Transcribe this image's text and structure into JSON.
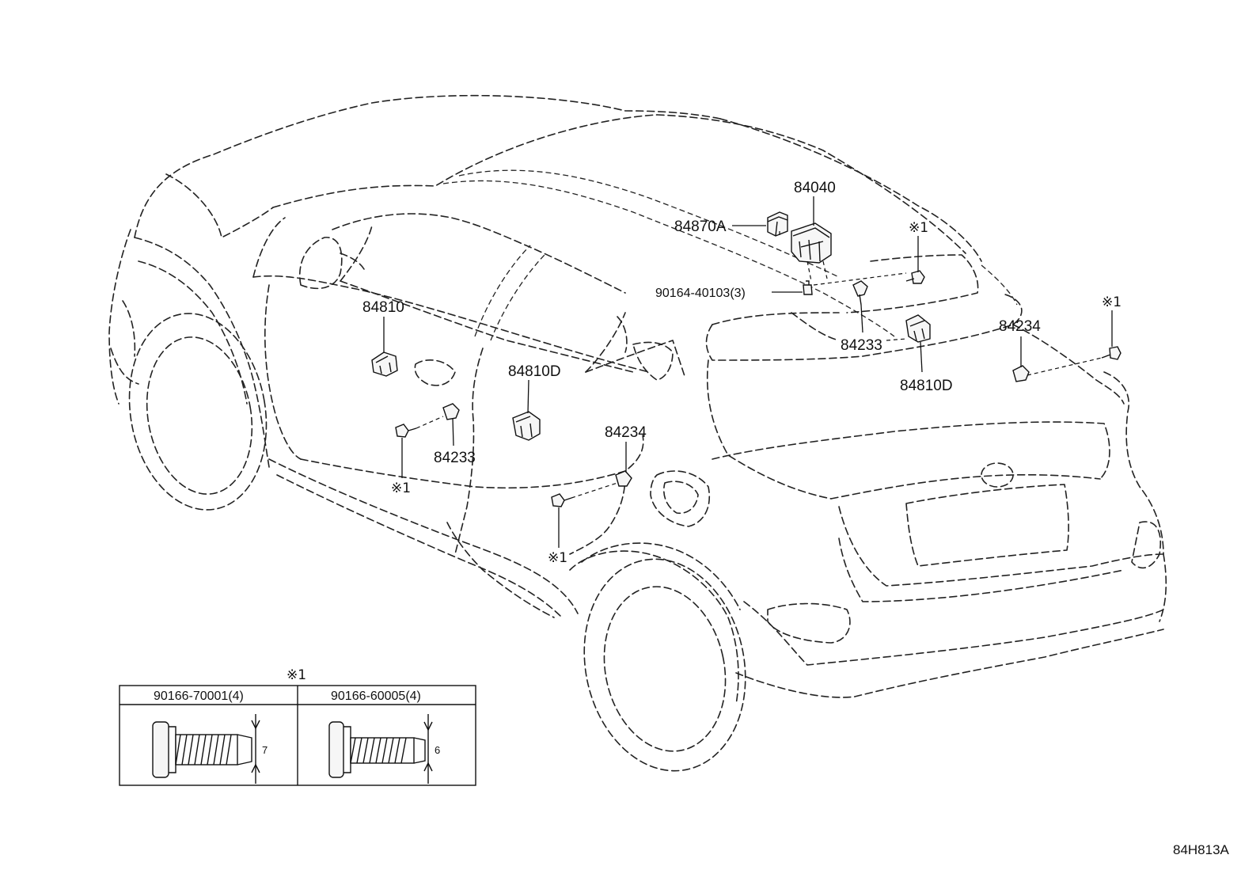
{
  "diagram": {
    "part_labels": {
      "p84040": "84040",
      "p84870A": "84870A",
      "p90164": "90164-40103(3)",
      "p84233_rear": "84233",
      "p84810D_rear": "84810D",
      "p84234_rear": "84234",
      "p84810": "84810",
      "p84810D_side": "84810D",
      "p84233_side": "84233",
      "p84234_side": "84234"
    },
    "reference_marks": {
      "m1": "※1",
      "m2": "※1",
      "m3": "※1",
      "m4": "※1",
      "table_note": "※1"
    },
    "bolt_table": {
      "columns": [
        {
          "part": "90166-70001(4)",
          "dimension": "7"
        },
        {
          "part": "90166-60005(4)",
          "dimension": "6"
        }
      ]
    },
    "drawing_code": "84H813A"
  }
}
